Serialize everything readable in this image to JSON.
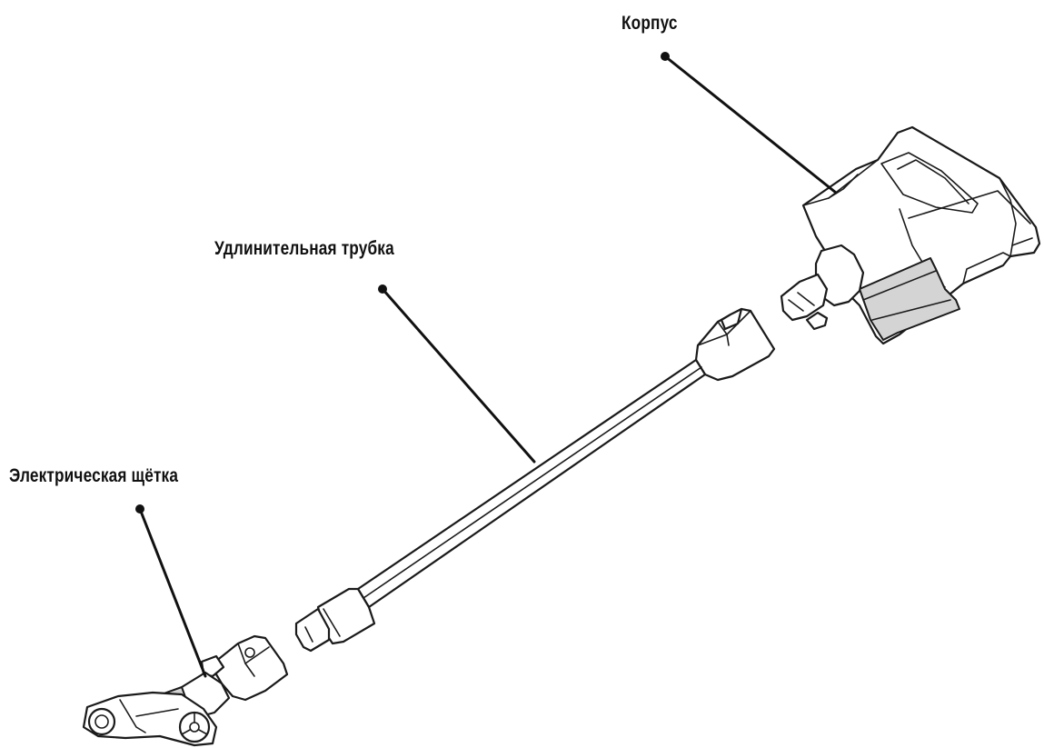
{
  "diagram": {
    "labels": {
      "body": "Корпус",
      "tube": "Удлинительная трубка",
      "brush": "Электрическая щётка"
    },
    "parts": [
      {
        "id": "body",
        "icon": "vacuum-body-icon"
      },
      {
        "id": "tube",
        "icon": "extension-tube-icon"
      },
      {
        "id": "brush",
        "icon": "electric-brush-icon"
      }
    ],
    "colors": {
      "line": "#111111",
      "filter_fill": "#d4d4d4",
      "background": "#ffffff"
    }
  }
}
